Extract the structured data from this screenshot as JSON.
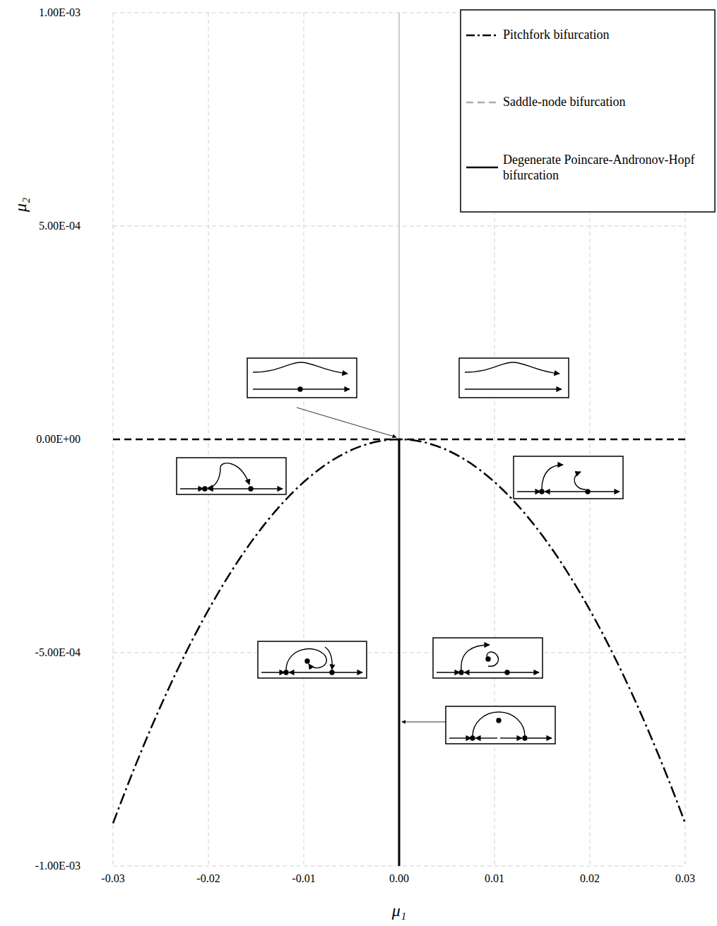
{
  "diagram": {
    "labels": [
      "1.00E-03",
      "5.00E-04",
      "0.00E+00",
      "-5.00E-04",
      "-1.00E-03",
      "-0.03",
      "-0.02",
      "-0.01",
      "0.00",
      "0.01",
      "0.02",
      "0.03",
      "μ₂",
      "μ₁"
    ],
    "legend": [
      {
        "text": "Pitchfork bifurcation"
      },
      {
        "text": "Saddle-node bifurcation"
      },
      {
        "text": "Degenerate Poincare-Andronov-Hopf bifurcation"
      }
    ]
  }
}
